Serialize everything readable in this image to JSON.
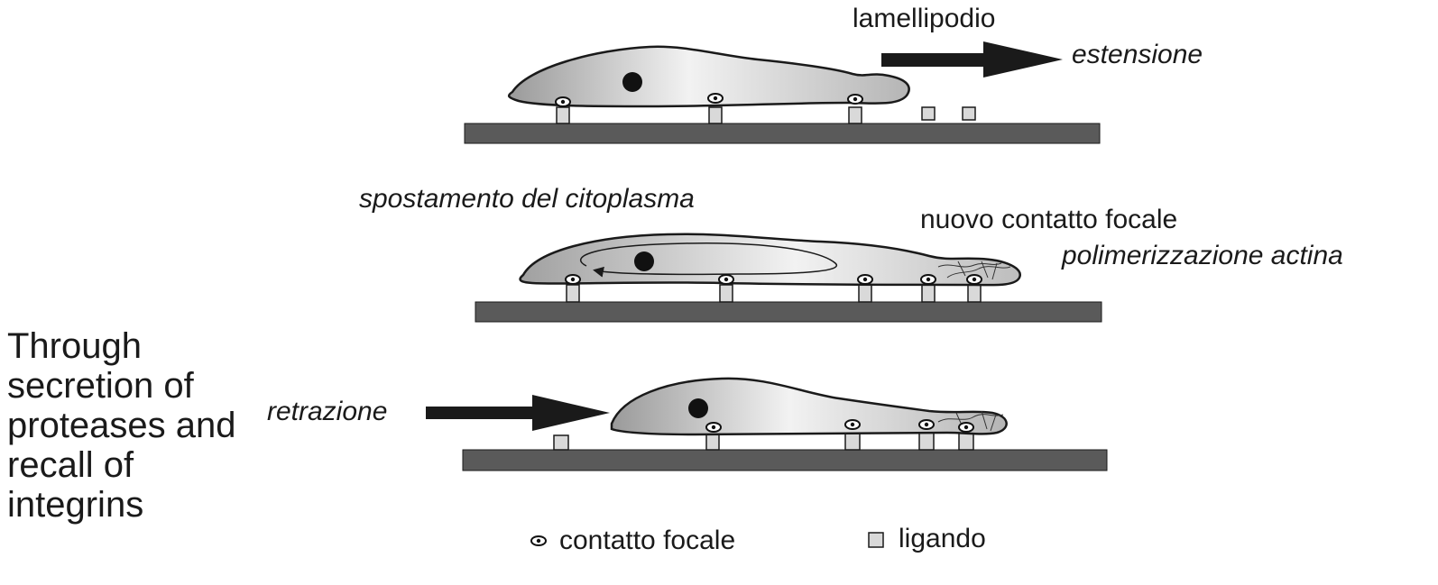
{
  "side_caption": "Through secretion of proteases and recall of integrins",
  "panels": {
    "top": {
      "lamellipodio": "lamellipodio",
      "estensione": "estensione"
    },
    "middle": {
      "spostamento": "spostamento del citoplasma",
      "nuovo_contatto": "nuovo contatto focale",
      "polimerizzazione": "polimerizzazione actina"
    },
    "bottom": {
      "retrazione": "retrazione"
    }
  },
  "legend": {
    "focal_contact": "contatto focale",
    "ligand": "ligando"
  },
  "colors": {
    "substrate": "#5a5a5a",
    "cell_outline": "#1a1a1a",
    "cell_light": "#f4f4f4",
    "cell_dark": "#9a9a9a",
    "ligand_fill": "#d9d9d9",
    "arrow": "#1a1a1a"
  }
}
